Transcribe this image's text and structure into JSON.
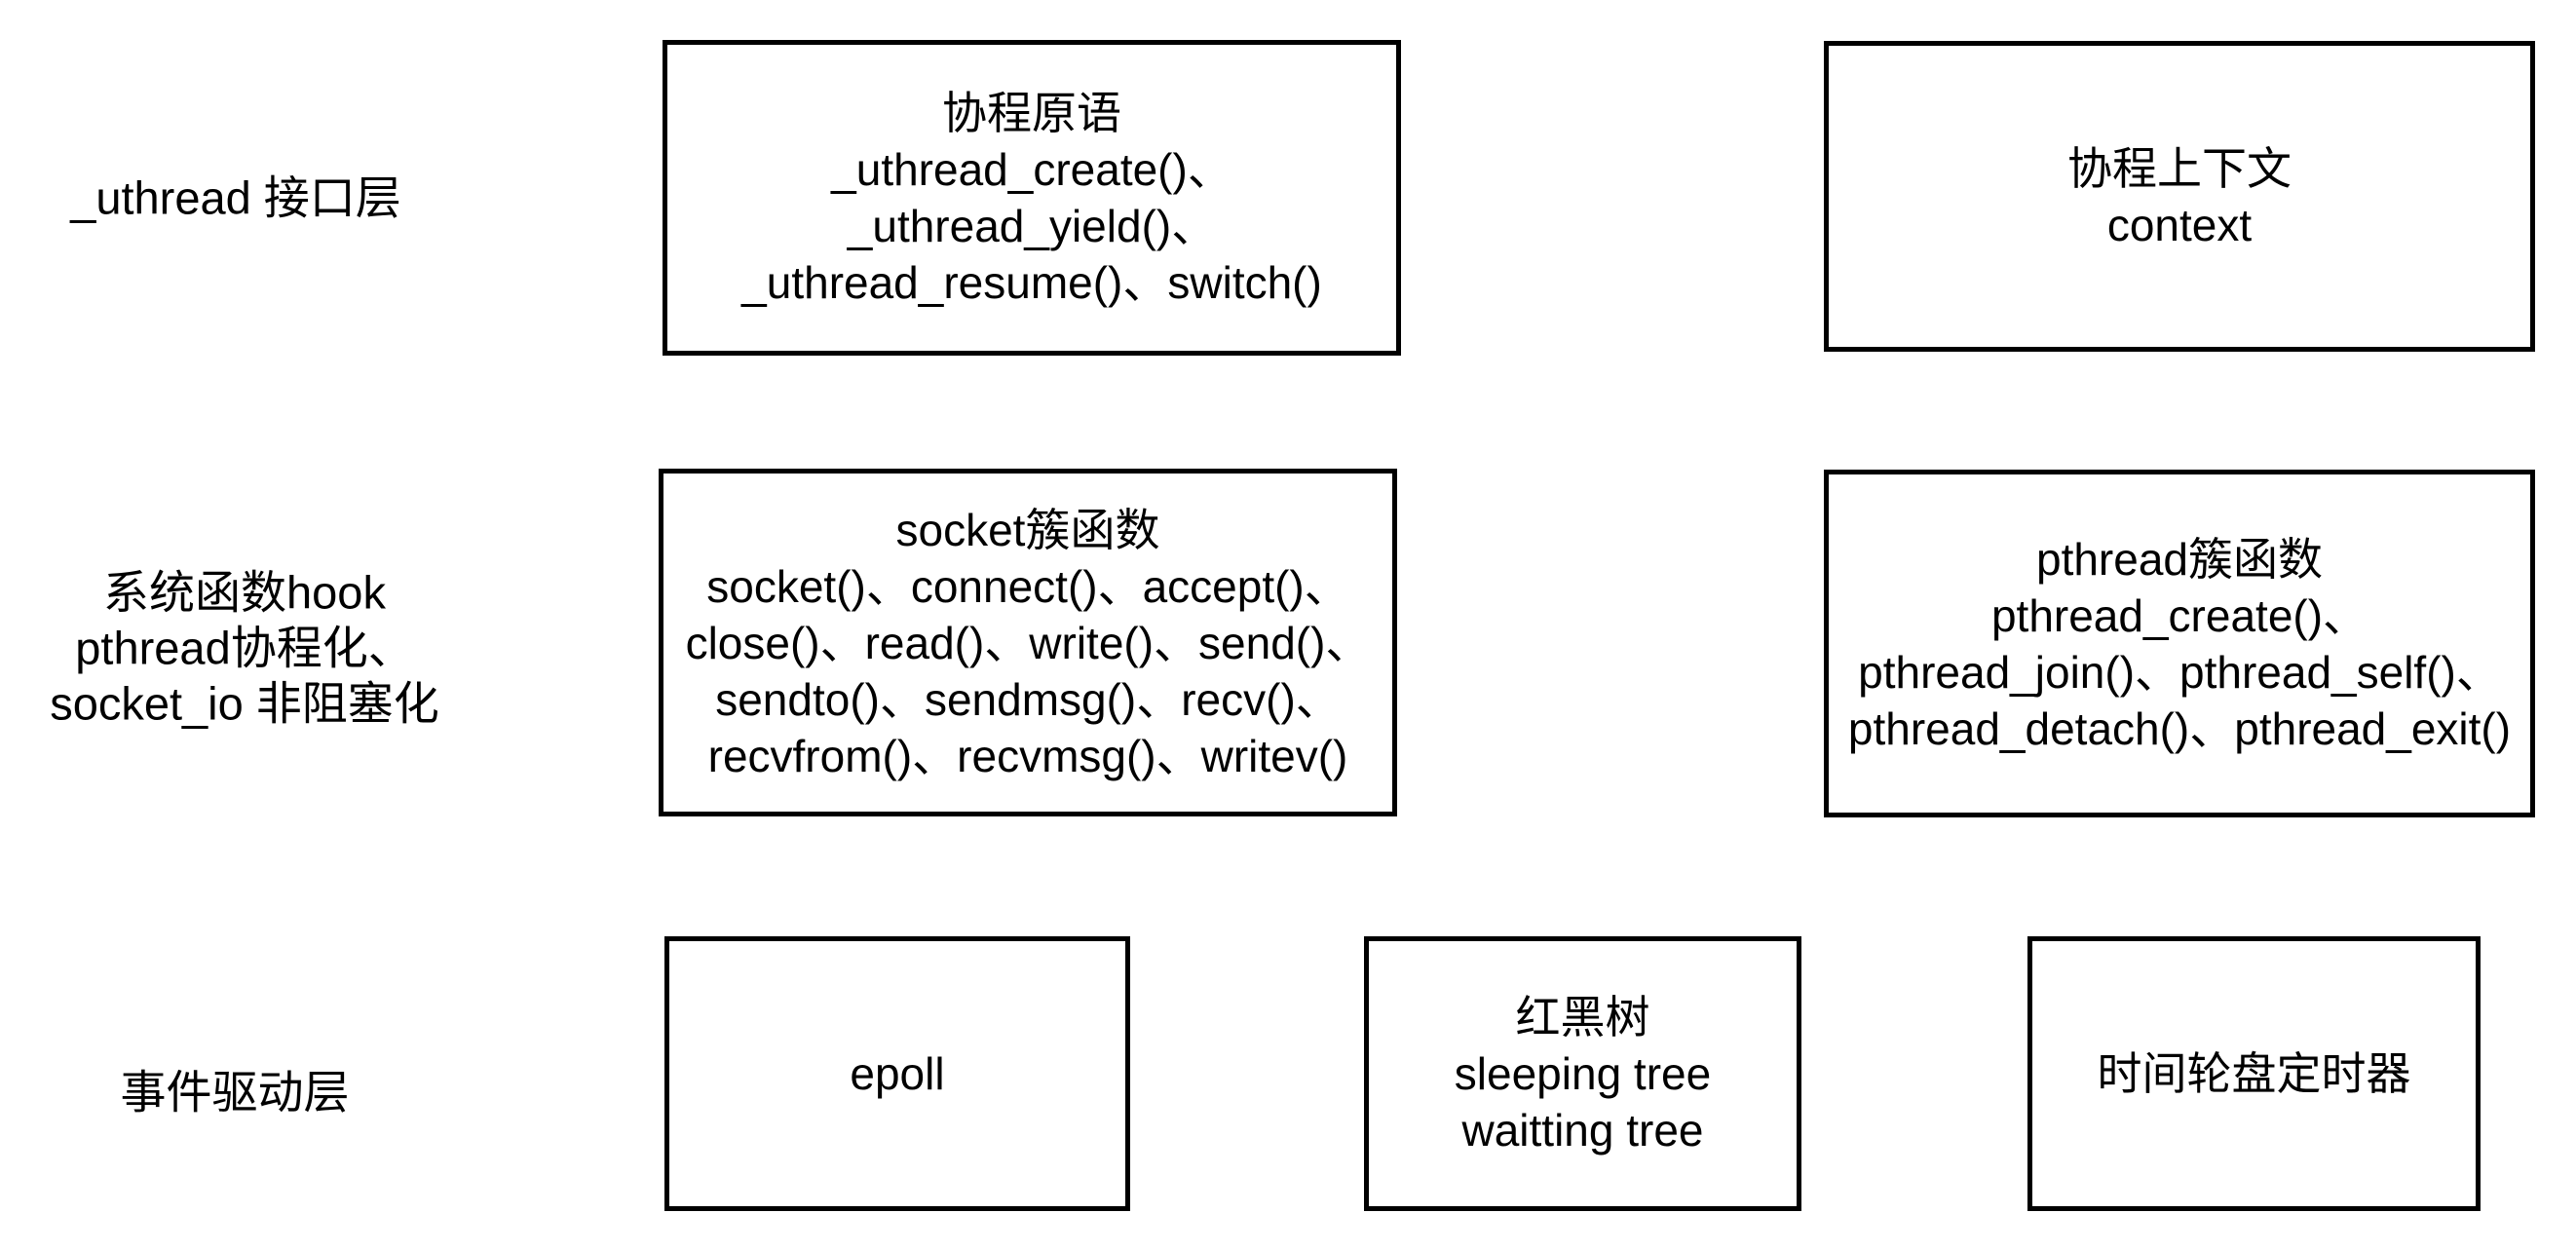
{
  "page": {
    "background": "#ffffff",
    "text_color": "#000000",
    "box_border_color": "#000000"
  },
  "layers": [
    {
      "label_lines": [
        "_uthread 接口层"
      ],
      "boxes": [
        {
          "lines": [
            "协程原语",
            "_uthread_create()、",
            "_uthread_yield()、",
            "_uthread_resume()、switch()"
          ]
        },
        {
          "lines": [
            "协程上下文",
            "context"
          ]
        }
      ]
    },
    {
      "label_lines": [
        "系统函数hook",
        "pthread协程化、",
        "socket_io 非阻塞化"
      ],
      "boxes": [
        {
          "lines": [
            "socket簇函数",
            "socket()、connect()、accept()、",
            "close()、read()、write()、send()、",
            "sendto()、sendmsg()、recv()、",
            "recvfrom()、recvmsg()、writev()"
          ]
        },
        {
          "lines": [
            "pthread簇函数",
            "pthread_create()、",
            "pthread_join()、pthread_self()、",
            "pthread_detach()、pthread_exit()"
          ]
        }
      ]
    },
    {
      "label_lines": [
        "事件驱动层"
      ],
      "boxes": [
        {
          "lines": [
            "epoll"
          ]
        },
        {
          "lines": [
            "红黑树",
            "sleeping tree",
            "waitting tree"
          ]
        },
        {
          "lines": [
            "时间轮盘定时器"
          ]
        }
      ]
    }
  ]
}
